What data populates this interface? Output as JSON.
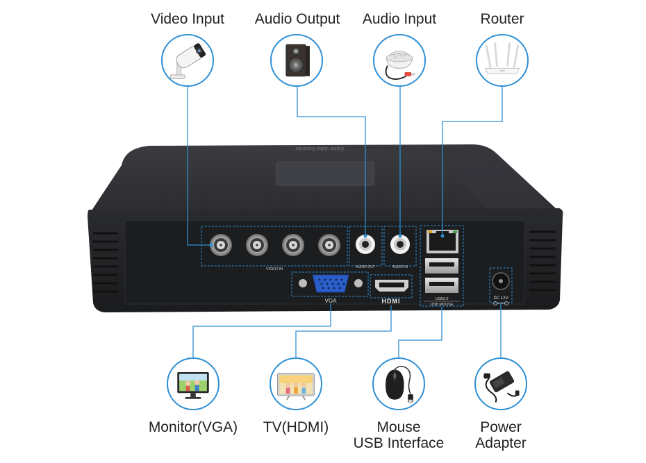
{
  "top_labels": {
    "video_input": "Video Input",
    "audio_output": "Audio Output",
    "audio_input": "Audio Input",
    "router": "Router"
  },
  "bottom_labels": {
    "monitor": "Monitor(VGA)",
    "tv": "TV(HDMI)",
    "mouse_line1": "Mouse",
    "mouse_line2": "USB Interface",
    "power_line1": "Power",
    "power_line2": "Adapter"
  },
  "panel_labels": {
    "video_in": "VIDEO IN",
    "audio_out": "AUDIO OUT",
    "audio_in": "AUDIO IN",
    "vga": "VGA",
    "hdmi": "HDMI",
    "usb_line1": "USB2.0",
    "usb_line2": "USB MOUSE",
    "dc": "DC 12V",
    "top_brand": "Digital Video Recorder"
  },
  "colors": {
    "accent": "#2d8fd5",
    "device_body": "#2b2c2f",
    "device_panel": "#1c1d1f"
  },
  "icons": [
    "camera-icon",
    "speaker-icon",
    "microphone-icon",
    "router-icon",
    "monitor-icon",
    "tv-icon",
    "mouse-icon",
    "power-adapter-icon"
  ]
}
